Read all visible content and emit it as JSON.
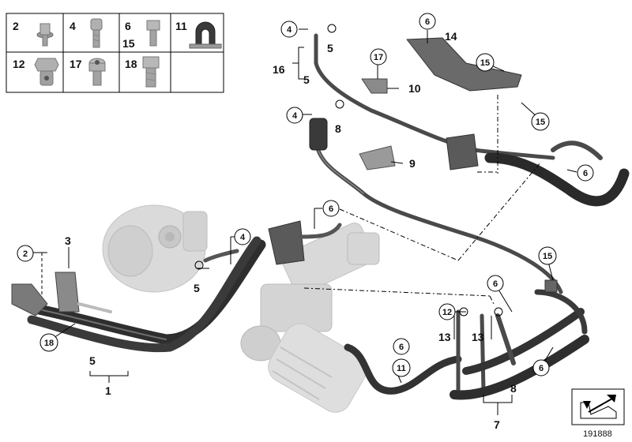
{
  "colors": {
    "hose": "#2e2e2e",
    "hose_highlight": "#6a6a6a",
    "ghost_part": "#d6d6d6",
    "ghost_stroke": "#bdbdbd",
    "line": "#000000",
    "fitting": "#8a8a8a"
  },
  "parts_table": [
    {
      "id": "2",
      "label": "2",
      "icon": "bolt-flange-icon"
    },
    {
      "id": "4",
      "label": "4",
      "icon": "socket-screw-icon"
    },
    {
      "id": "6",
      "label": "6",
      "icon": "hex-bolt-icon",
      "extra": "15"
    },
    {
      "id": "11",
      "label": "11",
      "icon": "hose-clip-icon"
    },
    {
      "id": "12",
      "label": "12",
      "icon": "banjo-bolt-icon"
    },
    {
      "id": "17",
      "label": "17",
      "icon": "socket-bolt-icon"
    },
    {
      "id": "18",
      "label": "18",
      "icon": "hex-bolt-large-icon"
    }
  ],
  "callouts": {
    "c2": "2",
    "c3": "3",
    "c18": "18",
    "c5a": "5",
    "c1": "1",
    "c4a": "4",
    "c5b": "5",
    "c6a": "6",
    "c4b": "4",
    "c5c": "5",
    "c16": "16",
    "c5d": "5",
    "c4c": "4",
    "c8a": "8",
    "c17": "17",
    "c10": "10",
    "c9": "9",
    "c6b": "6",
    "c14": "14",
    "c15a": "15",
    "c15b": "15",
    "c6c": "6",
    "c15c": "15",
    "c6d": "6",
    "c12": "12",
    "c13a": "13",
    "c13b": "13",
    "c6e": "6",
    "c11": "11",
    "c6f": "6",
    "c8b": "8",
    "c7": "7"
  },
  "diagram_number": "191888"
}
